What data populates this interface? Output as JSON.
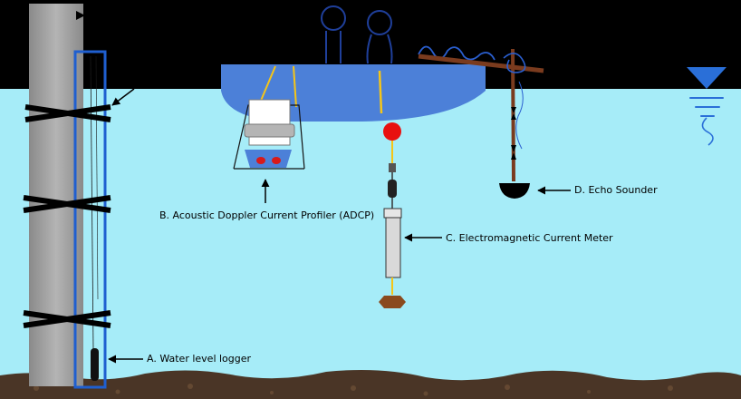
{
  "labels": {
    "a": "A. Water level logger",
    "b": "B. Acoustic Doppler Current Profiler (ADCP)",
    "c": "C. Electromagnetic Current Meter",
    "d": "D. Echo Sounder"
  },
  "colors": {
    "sky": "#000000",
    "water": "#a6ecf8",
    "seabed": "#4a3526",
    "boat": "#4c80d8",
    "pillar": "#9e9e9e",
    "stilling_well": "#1f5fd0",
    "rope": "#f5c518",
    "float": "#e81010",
    "weight": "#8a4a1e",
    "pole": "#7a3b1e"
  },
  "icons": [
    "water-surface-triangle-icon",
    "arrow-icon"
  ]
}
